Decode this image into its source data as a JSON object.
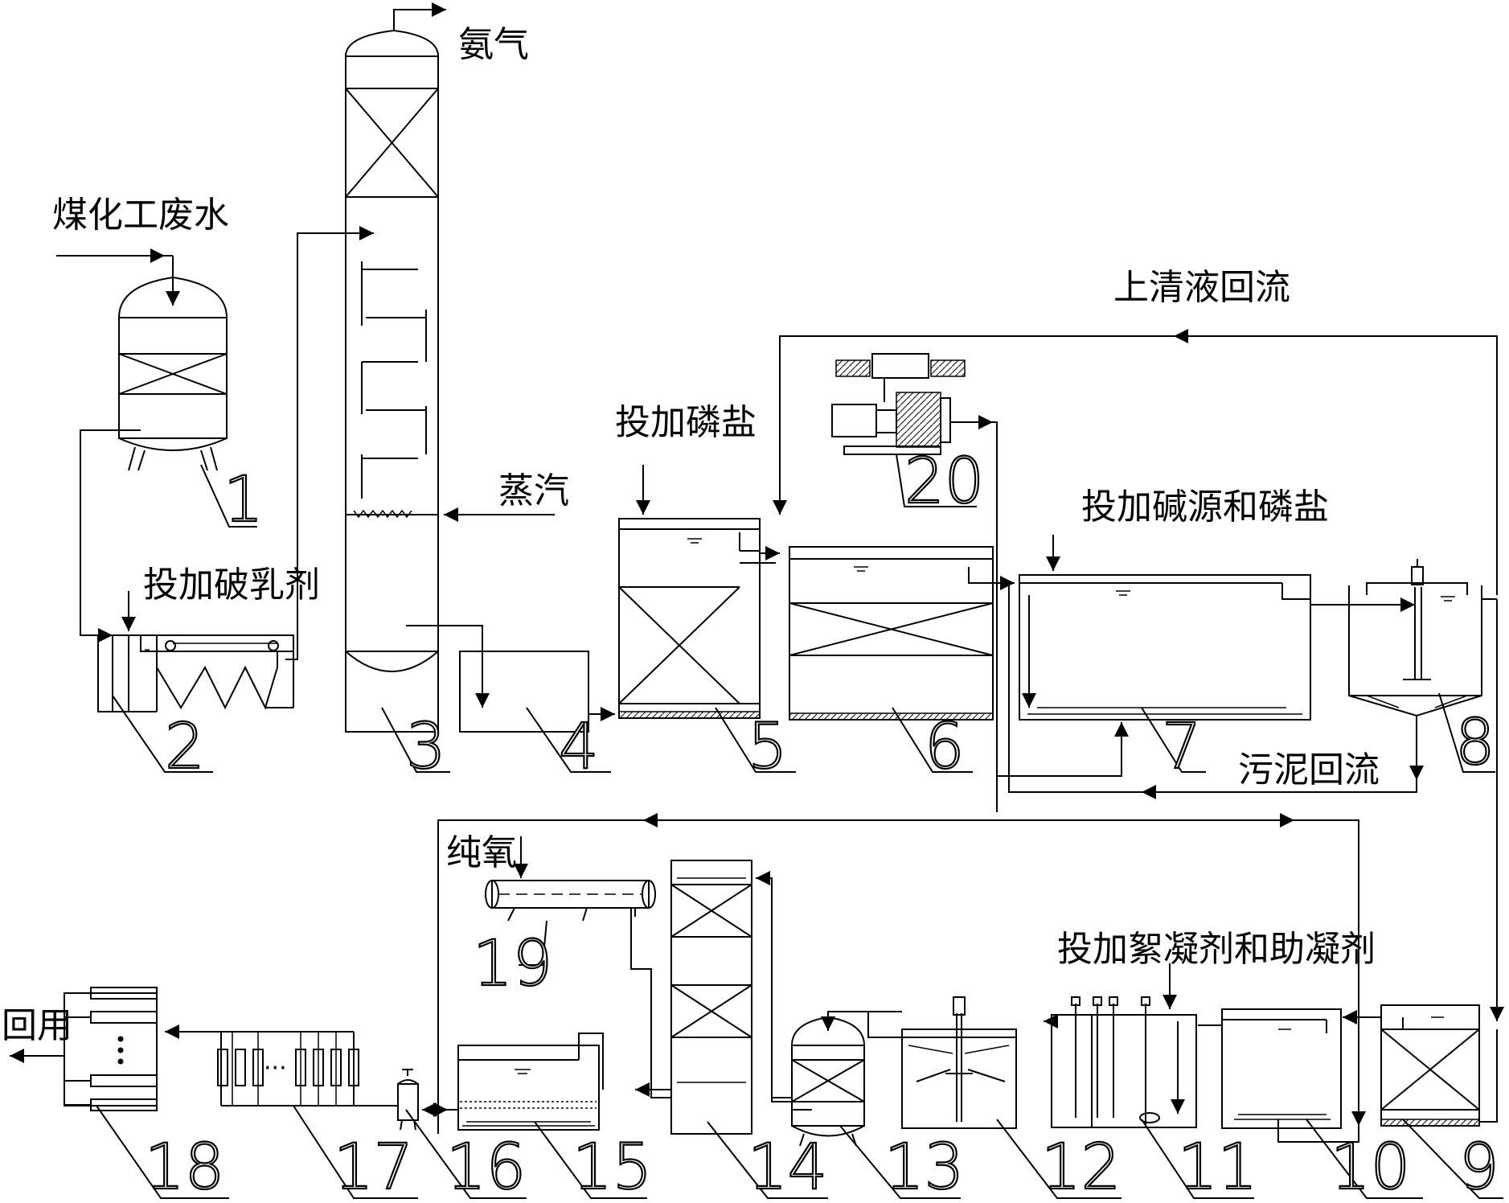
{
  "labels": {
    "coal_wastewater": "煤化工废水",
    "ammonia": "氨气",
    "steam": "蒸汽",
    "demulsifier": "投加破乳剂",
    "phosphate": "投加磷盐",
    "supernatant_return": "上清液回流",
    "alkali_phosphate": "投加碱源和磷盐",
    "sludge_return": "污泥回流",
    "pure_oxygen": "纯氧",
    "flocculant": "投加絮凝剂和助凝剂",
    "reuse": "回用",
    "dots": "···"
  },
  "numbers": {
    "n1": "1",
    "n2": "2",
    "n3": "3",
    "n4": "4",
    "n5": "5",
    "n6": "6",
    "n7": "7",
    "n8": "8",
    "n9": "9",
    "n10": "10",
    "n11": "11",
    "n12": "12",
    "n13": "13",
    "n14": "14",
    "n15": "15",
    "n16": "16",
    "n17": "17",
    "n18": "18",
    "n19": "19",
    "n20": "20"
  }
}
